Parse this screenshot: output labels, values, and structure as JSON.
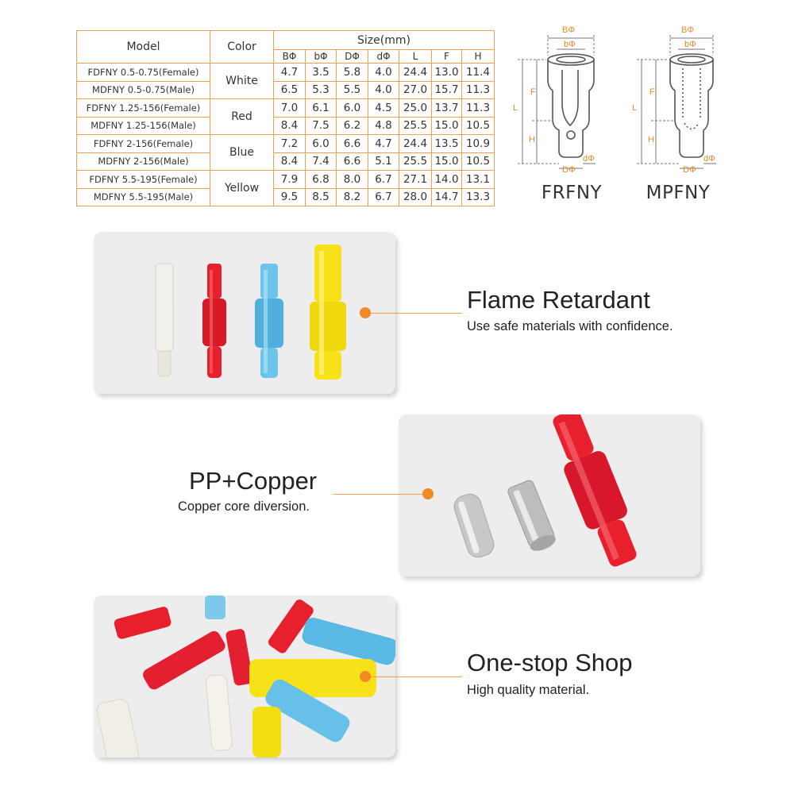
{
  "table": {
    "headers": {
      "model": "Model",
      "color": "Color",
      "size": "Size(mm)"
    },
    "size_columns": [
      "BΦ",
      "bΦ",
      "DΦ",
      "dΦ",
      "L",
      "F",
      "H"
    ],
    "groups": [
      {
        "color": "White",
        "rows": [
          {
            "model": "FDFNY 0.5-0.75(Female)",
            "values": [
              "4.7",
              "3.5",
              "5.8",
              "4.0",
              "24.4",
              "13.0",
              "11.4"
            ]
          },
          {
            "model": "MDFNY 0.5-0.75(Male)",
            "values": [
              "6.5",
              "5.3",
              "5.5",
              "4.0",
              "27.0",
              "15.7",
              "11.3"
            ]
          }
        ]
      },
      {
        "color": "Red",
        "rows": [
          {
            "model": "FDFNY 1.25-156(Female)",
            "values": [
              "7.0",
              "6.1",
              "6.0",
              "4.5",
              "25.0",
              "13.7",
              "11.3"
            ]
          },
          {
            "model": "MDFNY 1.25-156(Male)",
            "values": [
              "8.4",
              "7.5",
              "6.2",
              "4.8",
              "25.5",
              "15.0",
              "10.5"
            ]
          }
        ]
      },
      {
        "color": "Blue",
        "rows": [
          {
            "model": "FDFNY 2-156(Female)",
            "values": [
              "7.2",
              "6.0",
              "6.6",
              "4.7",
              "24.4",
              "13.5",
              "10.9"
            ]
          },
          {
            "model": "MDFNY 2-156(Male)",
            "values": [
              "8.4",
              "7.4",
              "6.6",
              "5.1",
              "25.5",
              "15.0",
              "10.5"
            ]
          }
        ]
      },
      {
        "color": "Yellow",
        "rows": [
          {
            "model": "FDFNY 5.5-195(Female)",
            "values": [
              "7.9",
              "6.8",
              "8.0",
              "6.7",
              "27.1",
              "14.0",
              "13.1"
            ]
          },
          {
            "model": "MDFNY 5.5-195(Male)",
            "values": [
              "9.5",
              "8.5",
              "8.2",
              "6.7",
              "28.0",
              "14.7",
              "13.3"
            ]
          }
        ]
      }
    ]
  },
  "diagrams": {
    "dim_labels": {
      "B": "BΦ",
      "b": "bΦ",
      "D": "DΦ",
      "d": "dΦ",
      "L": "L",
      "F": "F",
      "H": "H"
    },
    "female_label": "FRFNY",
    "male_label": "MPFNY"
  },
  "features": [
    {
      "title": "Flame Retardant",
      "subtitle": "Use safe materials with confidence."
    },
    {
      "title": "PP+Copper",
      "subtitle": "Copper core diversion."
    },
    {
      "title": "One-stop Shop",
      "subtitle": "High quality material."
    }
  ],
  "colors": {
    "accent": "#f08a24",
    "table_border": "#f0a050",
    "white_connector": "#f4f1ea",
    "red_connector": "#e8202e",
    "blue_connector": "#5ab8e4",
    "yellow_connector": "#f7e21a"
  }
}
